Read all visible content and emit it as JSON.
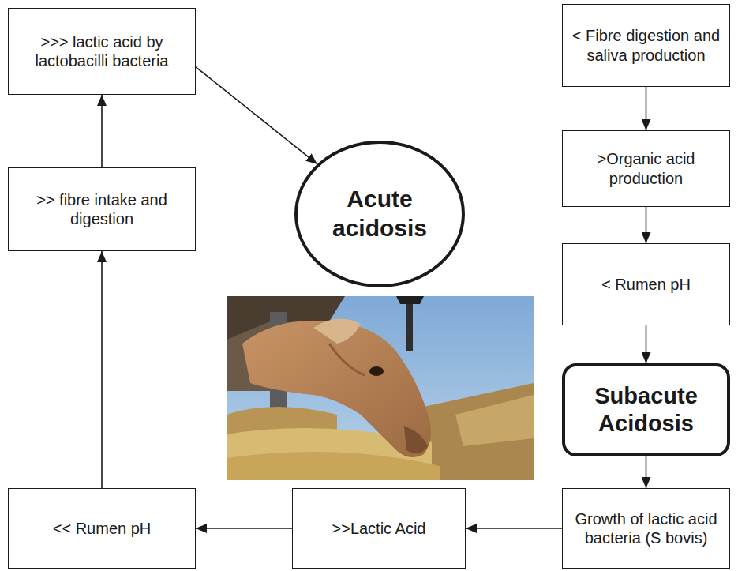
{
  "diagram": {
    "nodes": [
      {
        "text": [
          ">>> lactic acid by lactobacilli bacteria"
        ]
      },
      {
        "text": [
          "< Fibre digestion and saliva production"
        ]
      },
      {
        "text": [
          ">> fibre intake and digestion"
        ]
      },
      {
        "text": [
          ">Organic acid production"
        ]
      },
      {
        "text": [
          "Acute acidosis"
        ]
      },
      {
        "text": [
          "< Rumen pH"
        ]
      },
      {
        "text": [
          "Subacute Acidosis"
        ]
      },
      {
        "text": [
          "<< Rumen pH"
        ]
      },
      {
        "text": [
          ">>Lactic Acid"
        ]
      },
      {
        "text": [
          "Growth of lactic acid bacteria (S bovis)"
        ]
      }
    ],
    "edges": [
      {
        "from": 1,
        "to": 3,
        "arrow": "to"
      },
      {
        "from": 3,
        "to": 5,
        "arrow": "to"
      },
      {
        "from": 5,
        "to": 6,
        "arrow": "to"
      },
      {
        "from": 6,
        "to": 9,
        "arrow": "to"
      },
      {
        "from": 9,
        "to": 8,
        "arrow": "to"
      },
      {
        "from": 8,
        "to": 7,
        "arrow": "to"
      },
      {
        "from": 7,
        "to": 2,
        "arrow": "to"
      },
      {
        "from": 2,
        "to": 0,
        "arrow": "to"
      },
      {
        "from": 0,
        "to": 4,
        "arrow": "to"
      }
    ]
  }
}
